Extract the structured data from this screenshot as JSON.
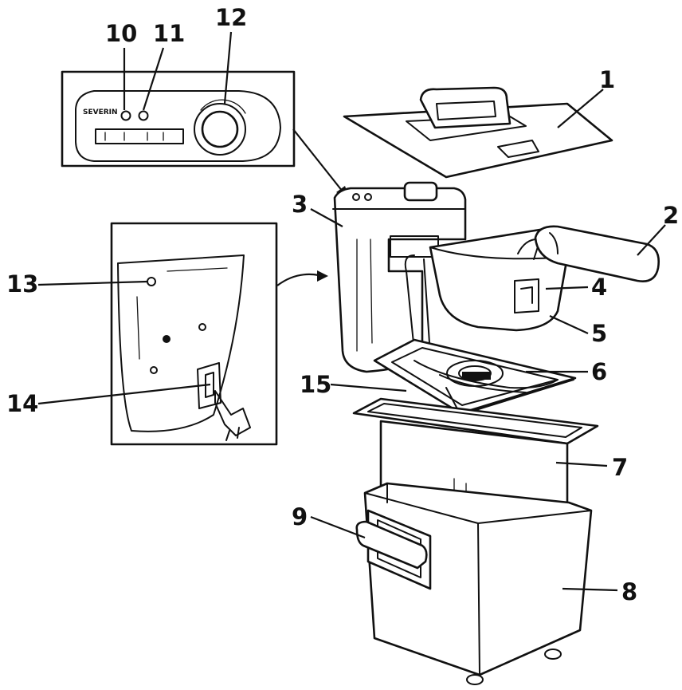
{
  "diagram": {
    "callouts": [
      {
        "id": "c1",
        "text": "1"
      },
      {
        "id": "c2",
        "text": "2"
      },
      {
        "id": "c3",
        "text": "3"
      },
      {
        "id": "c4",
        "text": "4"
      },
      {
        "id": "c5",
        "text": "5"
      },
      {
        "id": "c6",
        "text": "6"
      },
      {
        "id": "c7",
        "text": "7"
      },
      {
        "id": "c8",
        "text": "8"
      },
      {
        "id": "c9",
        "text": "9"
      },
      {
        "id": "c10",
        "text": "10"
      },
      {
        "id": "c11",
        "text": "11"
      },
      {
        "id": "c12",
        "text": "12"
      },
      {
        "id": "c13",
        "text": "13"
      },
      {
        "id": "c14",
        "text": "14"
      },
      {
        "id": "c15",
        "text": "15"
      }
    ],
    "panel_brand_text": "SEVERIN",
    "colors": {
      "line": "#111111",
      "background": "#ffffff"
    }
  }
}
